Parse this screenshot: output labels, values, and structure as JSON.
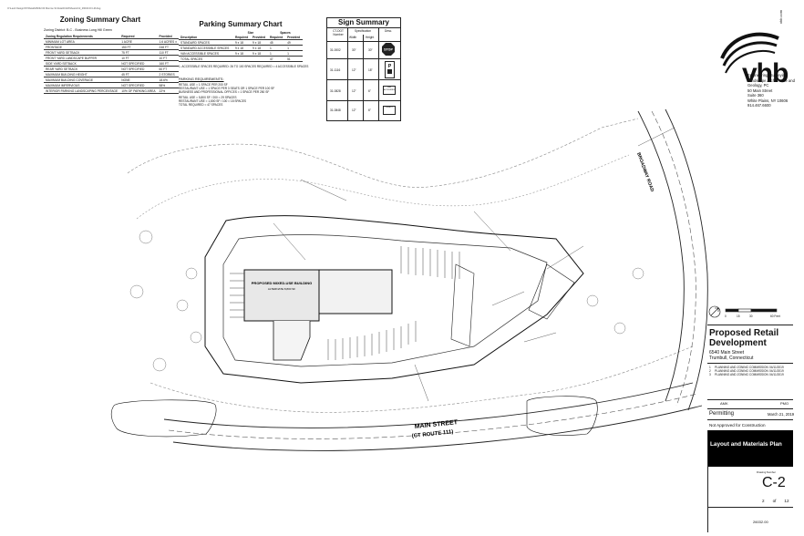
{
  "file_path": "O:\\Land Design\\NY\\Retail\\26032.00 Monroe St Retail\\CAD\\Sheets\\C2_26032.00 LM.dwg",
  "zoning": {
    "title": "Zoning Summary Chart",
    "district": "Zoning District:  B-C - Business Long Hill Green",
    "headers": [
      "Zoning Regulation Requirements",
      "Required",
      "Provided"
    ],
    "rows": [
      [
        "MINIMUM LOT AREA",
        "1 ACRE",
        "1.6 ACRES ±"
      ],
      [
        "FRONTAGE",
        "150 FT",
        "248 FT"
      ],
      [
        "FRONT YARD SETBACK",
        "75 FT",
        "110 FT"
      ],
      [
        "FRONT YARD LANDSCAPE BUFFER",
        "10 FT",
        "10 FT"
      ],
      [
        "SIDE YARD SETBACK",
        "NOT SPECIFIED",
        "160 FT"
      ],
      [
        "REAR YARD SETBACK",
        "NOT SPECIFIED",
        "60 FT"
      ],
      [
        "MAXIMUM BUILDING HEIGHT",
        "45 FT",
        "2 STORIES"
      ],
      [
        "MAXIMUM BUILDING COVERAGE",
        "NONE",
        "18.6%"
      ],
      [
        "MAXIMUM IMPERVIOUS",
        "NOT SPECIFIED",
        "58%"
      ],
      [
        "INTERIOR PARKING LANDSCAPING PERCENTAGE",
        "10% OF PARKING AREA",
        "22%"
      ]
    ]
  },
  "parking": {
    "title": "Parking Summary Chart",
    "col_size": "Size",
    "col_spaces": "Spaces",
    "headers": [
      "Description",
      "Required",
      "Provided",
      "Required",
      "Provided"
    ],
    "rows": [
      [
        "STANDARD SPACES",
        "9 x 18",
        "9 x 18",
        "45",
        "49"
      ],
      [
        "STANDARD ACCESSIBLE SPACES",
        "9 x 18",
        "9 x 18",
        "1",
        "1"
      ],
      [
        "VAN ACCESSIBLE SPACES",
        "9 x 18",
        "9 x 18",
        "1",
        "1"
      ],
      [
        "TOTAL SPACES",
        "",
        "",
        "47",
        "51"
      ]
    ],
    "note": "1. ACCESSIBLE SPACES REQUIRED: 26 TO 100 SPACES REQUIRED = 4 ACCESSIBLE SPACES",
    "req_title": "PARKING REQUIREMENTS:",
    "req_lines": [
      "RETAIL USE = 1 SPACE PER 200 SF",
      "RESTAURANT USE = 1 SPACE PER 3 SEATS OR 1 SPACE PER 100 SF",
      "BUSINESS AND PROFESSIONAL OFFICES = 1 SPACE PER 250 SF",
      "RETAIL USE = 5,800 SF / 200 = 29 SPACES",
      "RESTAURANT USE = 1,800 SF / 100 = 18 SPACES",
      "TOTAL REQUIRED = 47 SPACES"
    ]
  },
  "signs": {
    "title": "Sign Summary",
    "headers": [
      "CT-DOT Number",
      "Width",
      "Height",
      "Desc."
    ],
    "spec_header": "Specification",
    "rows": [
      {
        "num": "31-0002",
        "width": "30\"",
        "height": "30\"",
        "desc": "STOP"
      },
      {
        "num": "31-1116",
        "width": "12\"",
        "height": "18\"",
        "desc": "P"
      },
      {
        "num": "31-0828",
        "width": "12\"",
        "height": "6\"",
        "desc": "VAN ACCESSIBLE"
      },
      {
        "num": "31-0848",
        "width": "12\"",
        "height": "6\"",
        "desc": "PENALTY"
      }
    ]
  },
  "firm": {
    "logo_text": "vhb",
    "url": "vhb.com",
    "description": "Engineering, Surveying, Landscape Architecture and Geology, PC",
    "address_lines": [
      "50 Main Street",
      "Suite 360",
      "White Plains, NY 10606",
      "914.467.6600"
    ]
  },
  "scale": {
    "labels": [
      "0",
      "15",
      "30",
      "60 Feet"
    ]
  },
  "project": {
    "title": "Proposed Retail Development",
    "address_lines": [
      "6540 Main Street",
      "Trumbull, Connecticut"
    ]
  },
  "revisions": [
    {
      "no": "1",
      "desc": "PLANNING AND ZONING COMMISSION",
      "date": "04/11/2019"
    },
    {
      "no": "2",
      "desc": "PLANNING AND ZONING COMMISSION",
      "date": "04/11/2019"
    },
    {
      "no": "3",
      "desc": "PLANNING AND ZONING COMMISSION",
      "date": "04/11/2019"
    }
  ],
  "drawn_by": "AMK",
  "checked_by": "PMO",
  "status": "Permitting",
  "date": "March 21, 2019",
  "not_approved": "Not Approved for Construction",
  "sheet_title": "Layout and Materials Plan",
  "drawing_number_label": "Drawing Number",
  "sheet_number": "C-2",
  "sheet_of": {
    "n": "2",
    "of": "of",
    "total": "12"
  },
  "project_number": "26032.00",
  "plan_labels": {
    "road_broadway": "BROADWAY ROAD",
    "main_street": "MAIN STREET",
    "route": "(CT ROUTE 111)",
    "building": "PROPOSED MIXED-USE BUILDING",
    "building_sub": "ALTERNATE 8,800 SF"
  }
}
